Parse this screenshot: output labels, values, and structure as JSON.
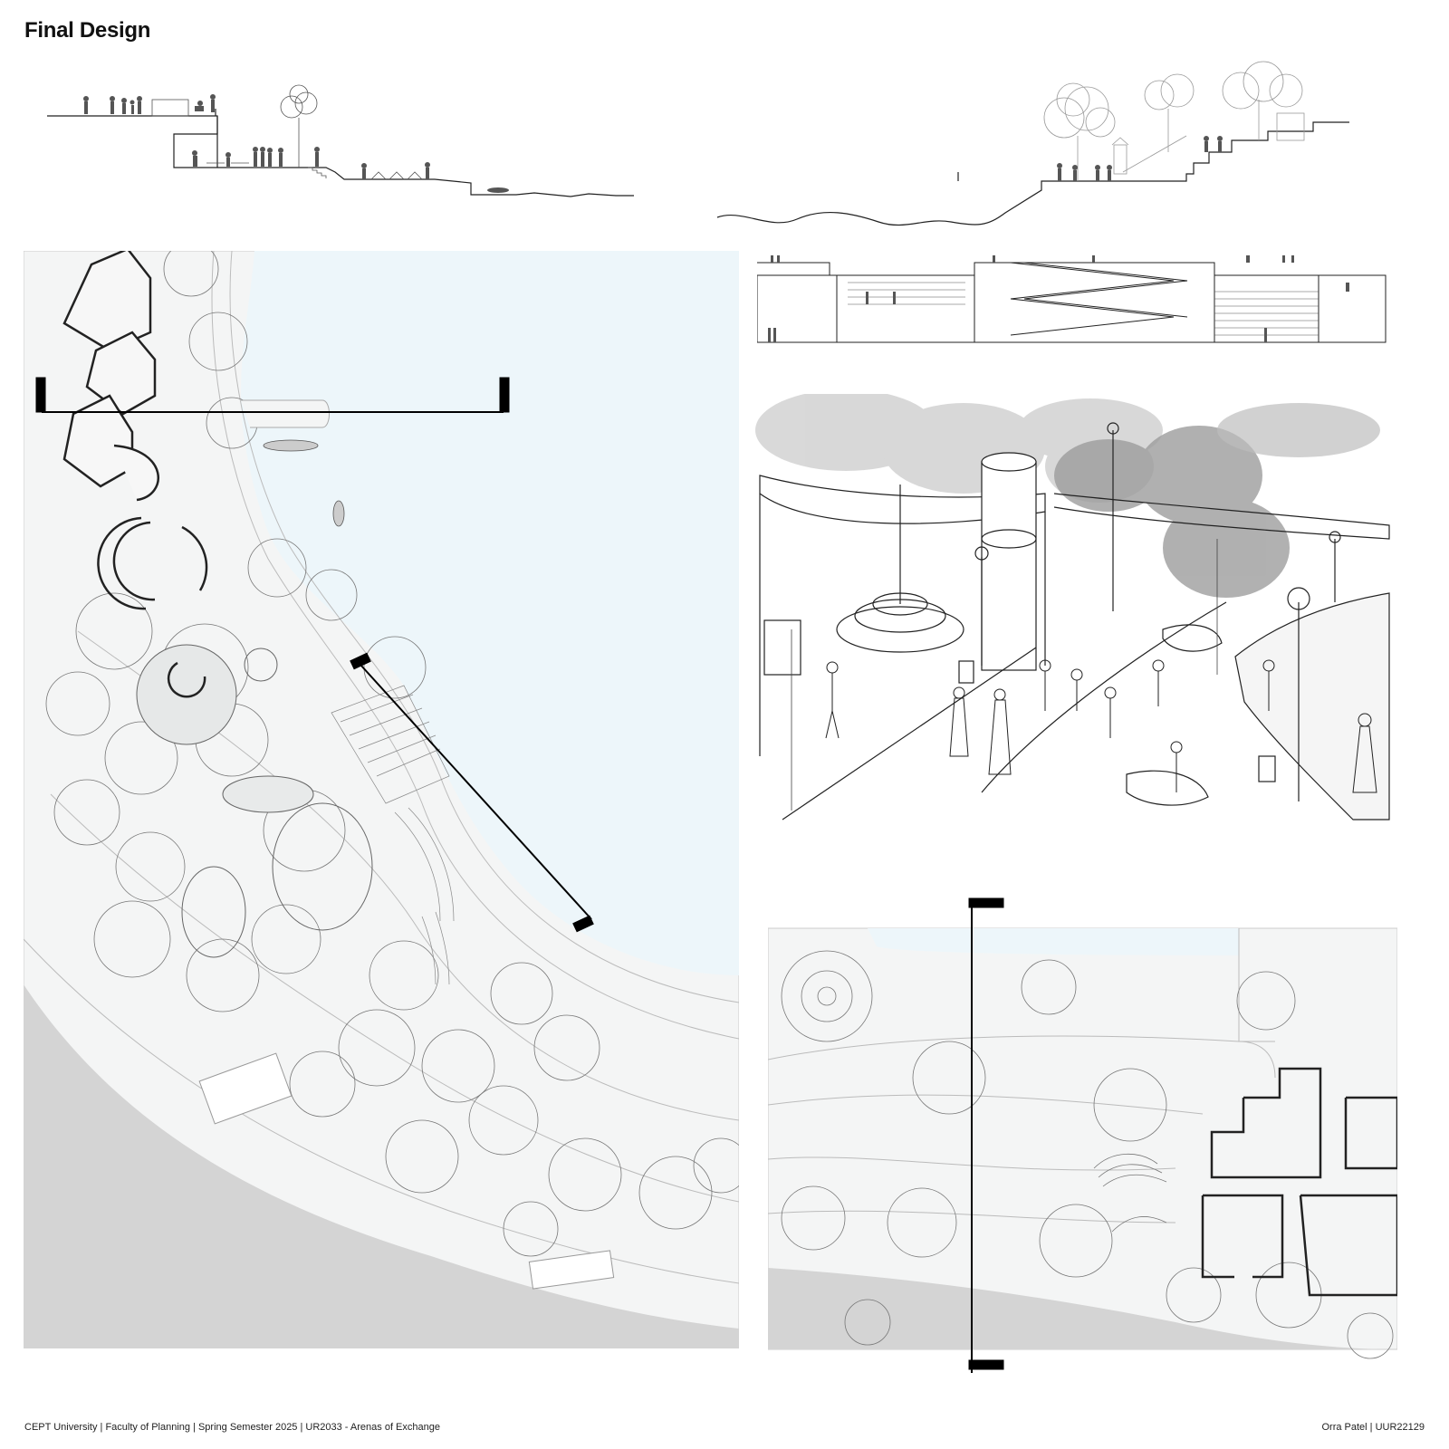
{
  "page": {
    "title": "Final Design"
  },
  "footer": {
    "left": "CEPT University | Faculty of Planning | Spring Semester 2025 | UR2033 - Arenas of Exchange",
    "right": "Orra Patel | UUR22129"
  },
  "colors": {
    "water": "#edf6fa",
    "ground": "#f4f5f5",
    "road": "#d4d4d4",
    "line": "#222222",
    "section_mark": "#000000"
  },
  "panels": [
    {
      "id": "section-a",
      "kind": "site section drawing"
    },
    {
      "id": "section-b",
      "kind": "site section drawing"
    },
    {
      "id": "master-plan",
      "kind": "site plan"
    },
    {
      "id": "elevation",
      "kind": "ramp and steps section"
    },
    {
      "id": "perspective",
      "kind": "perspective sketch"
    },
    {
      "id": "detail-plan",
      "kind": "detail site plan"
    }
  ]
}
